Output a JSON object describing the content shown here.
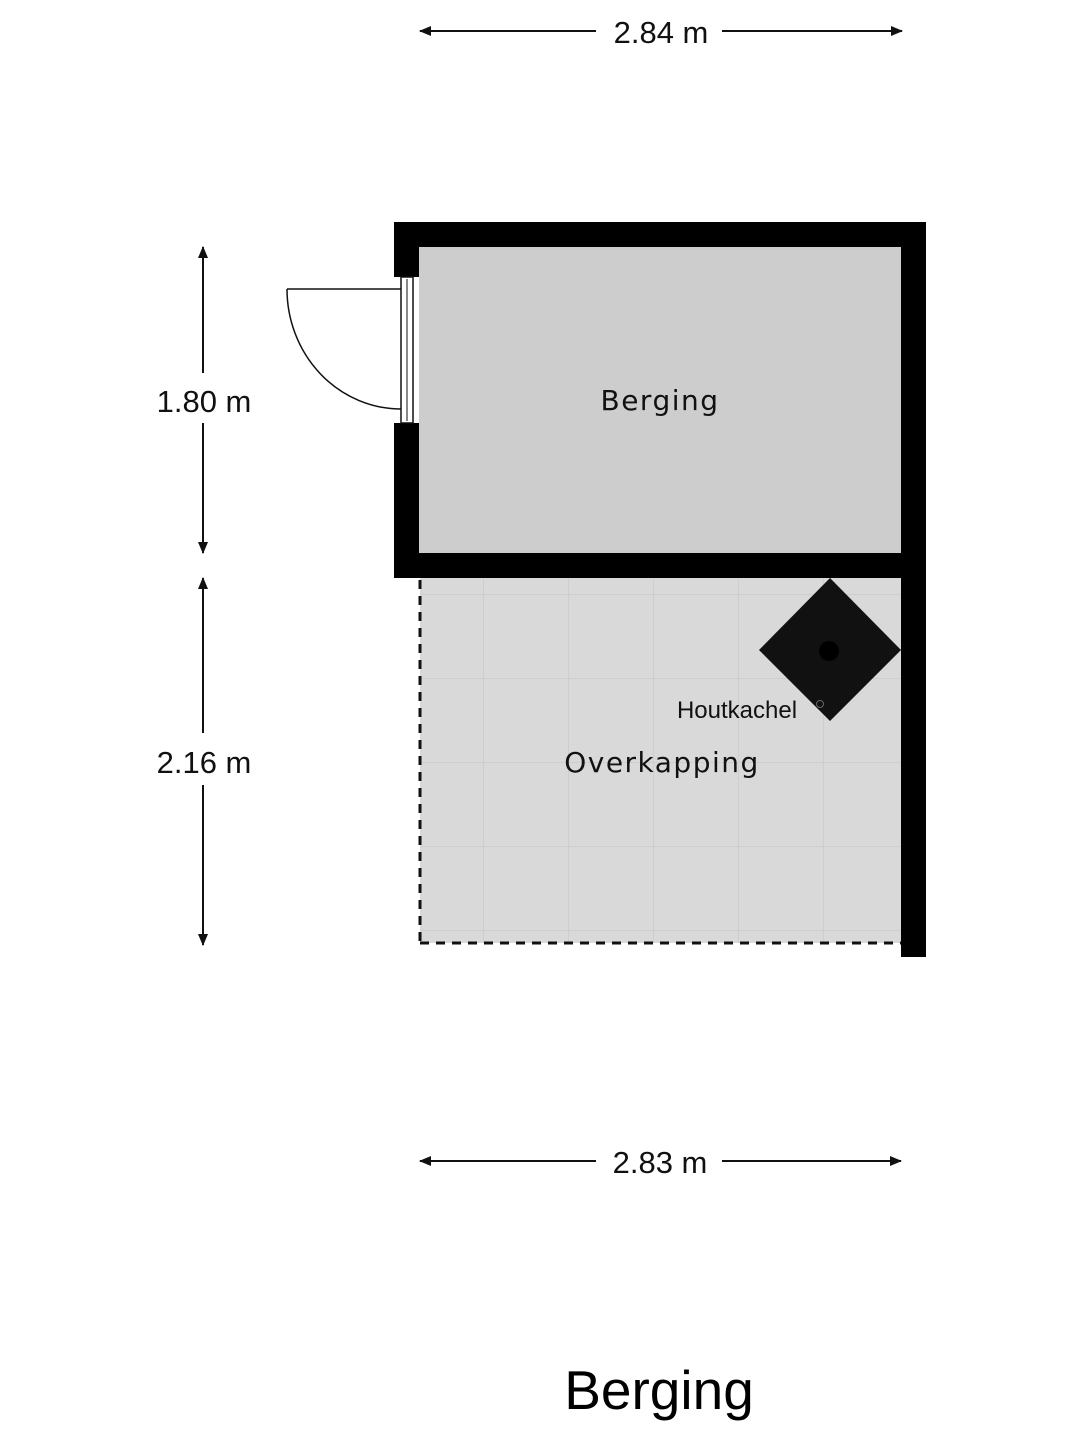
{
  "dimensions": {
    "top_width": "2.84 m",
    "bottom_width": "2.83 m",
    "berging_depth": "1.80 m",
    "overkapping_depth": "2.16 m"
  },
  "rooms": {
    "berging": "Berging",
    "overkapping": "Overkapping"
  },
  "fixtures": {
    "stove": "Houtkachel"
  },
  "floor_title": "Berging",
  "colors": {
    "wall": "#000000",
    "berging_floor": "#cdcdcd",
    "overkapping_floor": "#d9d9d9",
    "tile_line": "#cbcbcb",
    "stove": "#111111"
  }
}
